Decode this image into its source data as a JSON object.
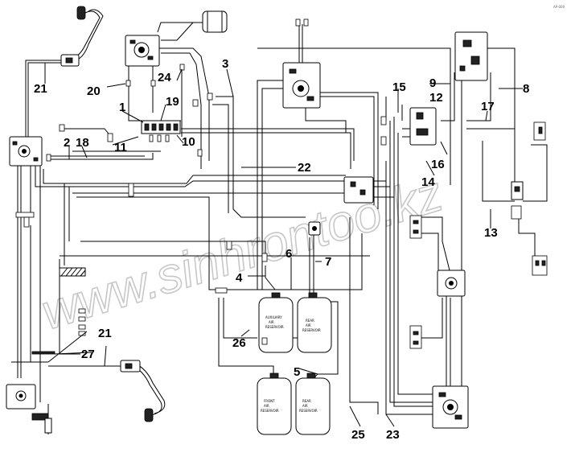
{
  "corner_code": "AP-000",
  "watermark": "www.sinhrontoo.kz",
  "callouts": [
    "1",
    "2",
    "3",
    "4",
    "5",
    "6",
    "7",
    "8",
    "9",
    "10",
    "11",
    "12",
    "13",
    "14",
    "15",
    "16",
    "17",
    "18",
    "19",
    "20",
    "21",
    "21",
    "22",
    "23",
    "24",
    "25",
    "26",
    "27"
  ],
  "tanks": {
    "auxiliary": [
      "AUXILIARY",
      "AIR",
      "RESERVOIR"
    ],
    "rear_top": [
      "REAR",
      "AIR",
      "RESERVOIR"
    ],
    "front": [
      "FRONT",
      "AIR",
      "RESERVOIR"
    ],
    "rear_bottom": [
      "REAR",
      "AIR",
      "RESERVOIR"
    ]
  }
}
